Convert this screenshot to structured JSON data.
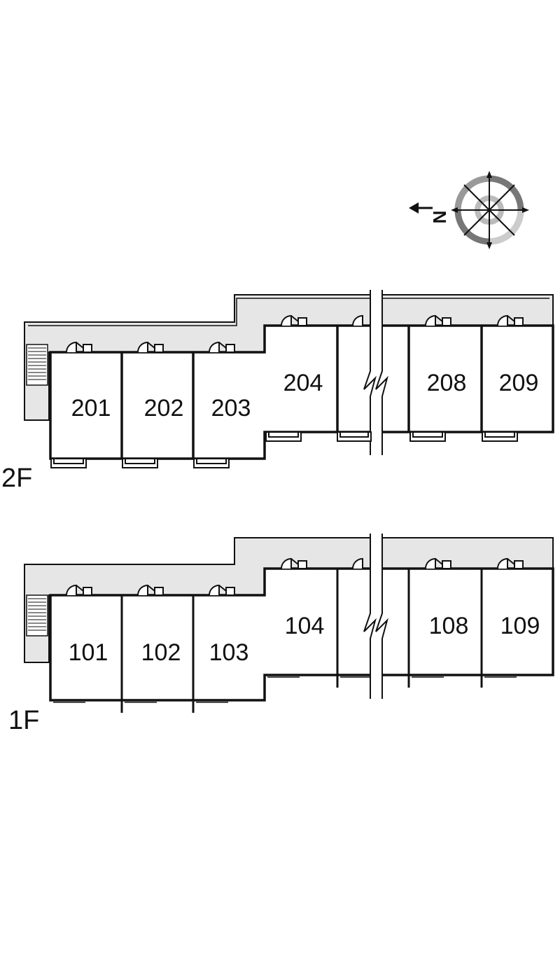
{
  "compass": {
    "letter": "N",
    "icon": "compass-icon"
  },
  "floors": [
    {
      "label": "2F",
      "units": [
        {
          "number": "201"
        },
        {
          "number": "202"
        },
        {
          "number": "203"
        },
        {
          "number": "204"
        },
        {
          "number": ""
        },
        {
          "number": "208"
        },
        {
          "number": "209"
        }
      ]
    },
    {
      "label": "1F",
      "units": [
        {
          "number": "101"
        },
        {
          "number": "102"
        },
        {
          "number": "103"
        },
        {
          "number": "104"
        },
        {
          "number": ""
        },
        {
          "number": "108"
        },
        {
          "number": "109"
        }
      ]
    }
  ],
  "colors": {
    "walkway": "#e6e6e6",
    "wall": "#111111",
    "compass_dark": "#777777",
    "compass_light": "#bbbbbb"
  }
}
